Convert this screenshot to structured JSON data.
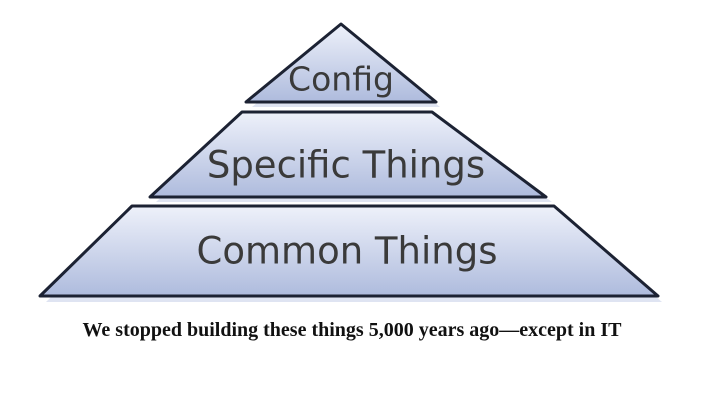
{
  "pyramid": {
    "tiers": [
      {
        "label": "Config"
      },
      {
        "label": "Specific Things"
      },
      {
        "label": "Common Things"
      }
    ],
    "fill_top": "#eef1fa",
    "fill_bottom": "#aebbdd",
    "stroke": "#1c2233"
  },
  "caption": "We stopped building these things 5,000 years ago—except in IT"
}
